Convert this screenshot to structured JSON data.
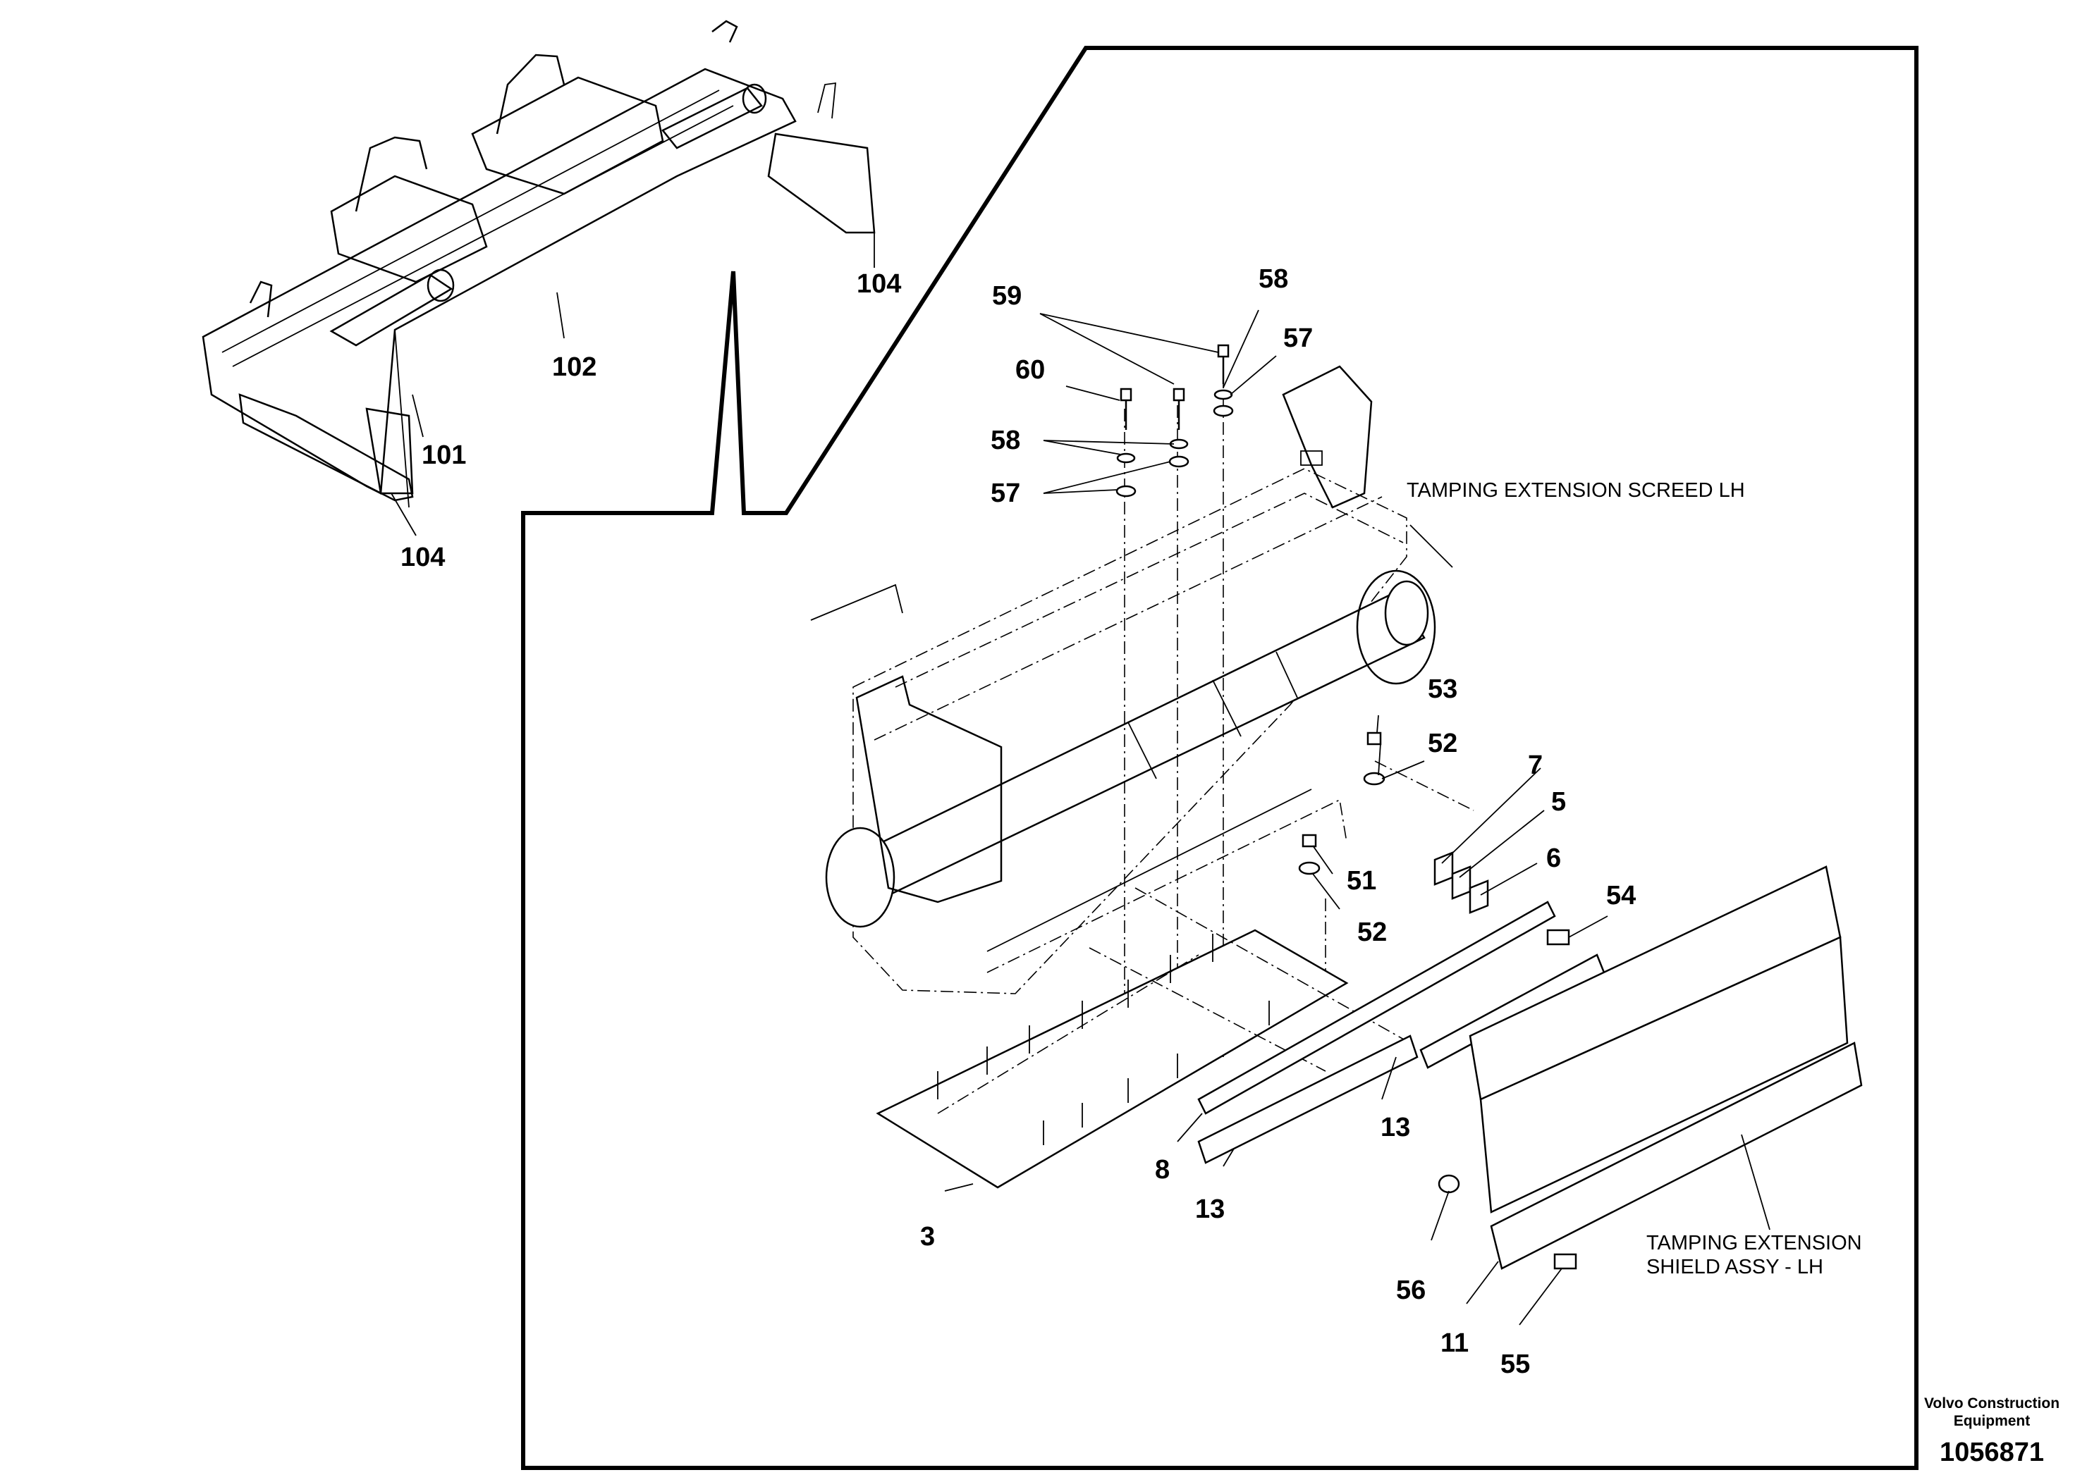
{
  "callouts": {
    "c104a": "104",
    "c102": "102",
    "c101": "101",
    "c104b": "104",
    "c59": "59",
    "c58a": "58",
    "c57a": "57",
    "c60": "60",
    "c58b": "58",
    "c57b": "57",
    "c53": "53",
    "c52a": "52",
    "c7": "7",
    "c5": "5",
    "c6": "6",
    "c51": "51",
    "c54": "54",
    "c52b": "52",
    "c13a": "13",
    "c8": "8",
    "c13b": "13",
    "c3": "3",
    "c56": "56",
    "c11": "11",
    "c55": "55"
  },
  "notes": {
    "screed": "TAMPING EXTENSION SCREED LH",
    "shield_line1": "TAMPING EXTENSION",
    "shield_line2": "SHIELD ASSY - LH"
  },
  "footer": {
    "brand_line1": "Volvo Construction",
    "brand_line2": "Equipment",
    "doc_number": "1056871"
  }
}
